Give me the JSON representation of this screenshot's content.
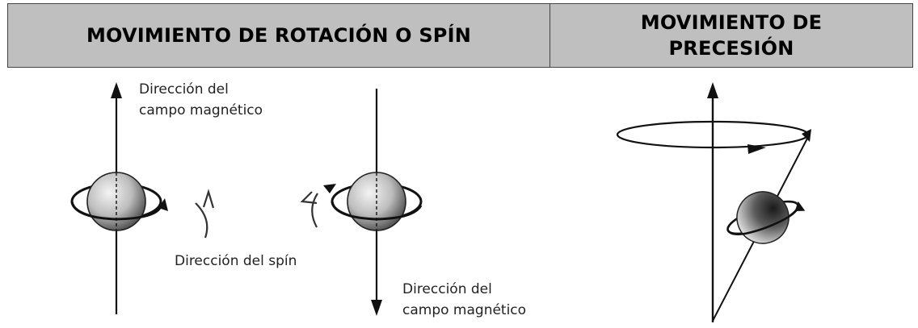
{
  "header": {
    "left_title": "MOVIMIENTO DE ROTACIÓN O SPÍN",
    "right_title_line1": "MOVIMIENTO DE",
    "right_title_line2": "PRECESIÓN"
  },
  "left_figure": {
    "label_up_line1": "Dirección del",
    "label_up_line2": "campo magnético",
    "label_spin": "Dirección del spín",
    "label_down_line1": "Dirección del",
    "label_down_line2": "campo magnético"
  },
  "colors": {
    "header_bg": "#bfbfbf",
    "border": "#444444",
    "ink": "#111111"
  }
}
